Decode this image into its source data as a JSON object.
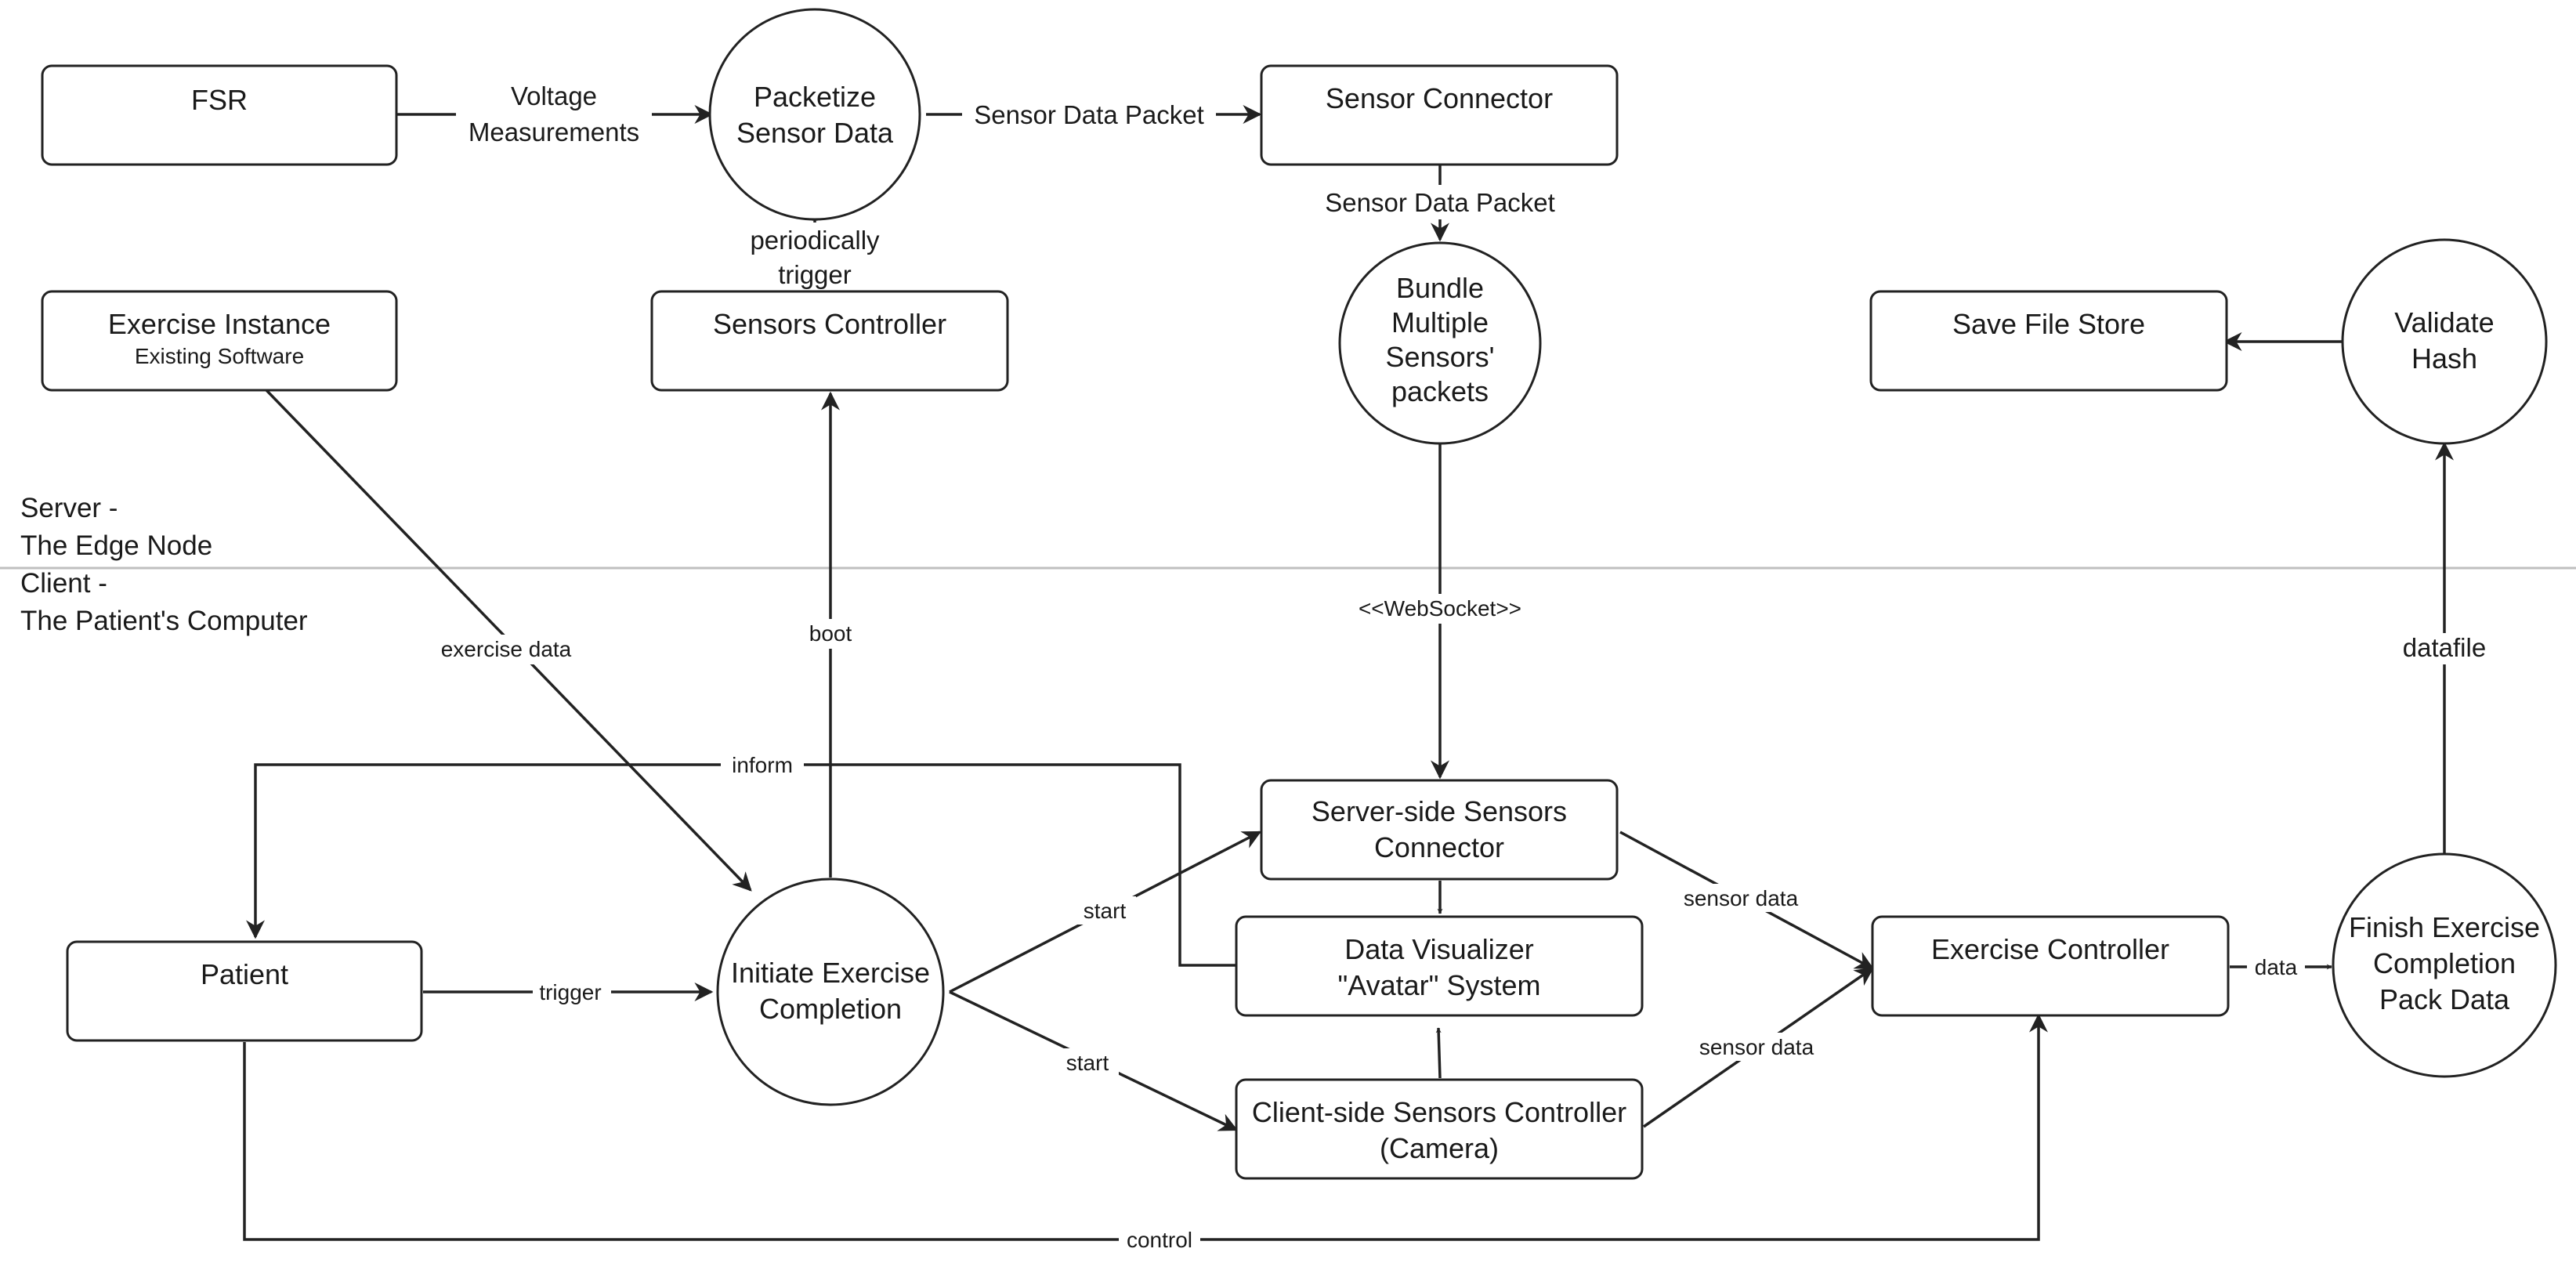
{
  "zones": {
    "server_line1": "Server -",
    "server_line2": "The Edge Node",
    "client_line1": "Client -",
    "client_line2": "The Patient's Computer"
  },
  "nodes": {
    "fsr": {
      "lines": [
        "FSR"
      ]
    },
    "packetize": {
      "lines": [
        "Packetize",
        "Sensor Data"
      ]
    },
    "sensor_connector": {
      "lines": [
        "Sensor Connector"
      ]
    },
    "exercise_instance": {
      "lines": [
        "Exercise Instance"
      ],
      "subtitle": "Existing Software"
    },
    "sensors_controller": {
      "lines": [
        "Sensors Controller"
      ]
    },
    "bundle": {
      "lines": [
        "Bundle",
        "Multiple",
        "Sensors'",
        "packets"
      ]
    },
    "save_file_store": {
      "lines": [
        "Save File Store"
      ]
    },
    "validate_hash": {
      "lines": [
        "Validate",
        "Hash"
      ]
    },
    "patient": {
      "lines": [
        "Patient"
      ]
    },
    "initiate": {
      "lines": [
        "Initiate Exercise",
        "Completion"
      ]
    },
    "server_side_connector": {
      "lines": [
        "Server-side Sensors",
        "Connector"
      ]
    },
    "data_visualizer": {
      "lines": [
        "Data Visualizer",
        "\"Avatar\" System"
      ]
    },
    "client_side_controller": {
      "lines": [
        "Client-side Sensors Controller",
        "(Camera)"
      ]
    },
    "exercise_controller": {
      "lines": [
        "Exercise Controller"
      ]
    },
    "finish": {
      "lines": [
        "Finish Exercise",
        "Completion",
        "Pack Data"
      ]
    }
  },
  "edges": {
    "voltage": [
      "Voltage",
      "Measurements"
    ],
    "sensor_data_packet_1": [
      "Sensor Data Packet"
    ],
    "sensor_data_packet_2": [
      "Sensor Data Packet"
    ],
    "periodically_trigger": [
      "periodically",
      "trigger"
    ],
    "exercise_data": [
      "exercise data"
    ],
    "boot": [
      "boot"
    ],
    "websocket": [
      "<<WebSocket>>"
    ],
    "inform": [
      "inform"
    ],
    "trigger": [
      "trigger"
    ],
    "start_1": [
      "start"
    ],
    "start_2": [
      "start"
    ],
    "sensor_data_1": [
      "sensor data"
    ],
    "sensor_data_2": [
      "sensor data"
    ],
    "data": [
      "data"
    ],
    "datafile": [
      "datafile"
    ],
    "control": [
      "control"
    ]
  }
}
